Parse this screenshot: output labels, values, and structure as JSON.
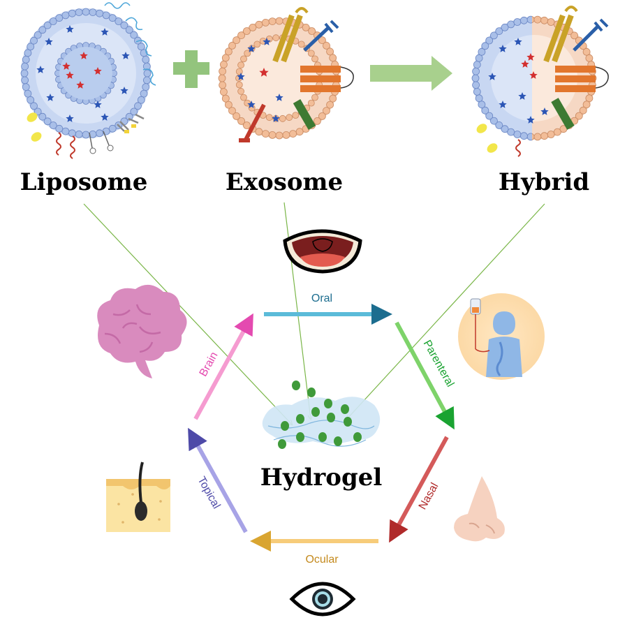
{
  "titles": {
    "liposome": "Liposome",
    "exosome": "Exosome",
    "hybrid": "Hybrid",
    "hydrogel": "Hydrogel"
  },
  "routes": {
    "oral": "Oral",
    "parenteral": "Parenteral",
    "nasal": "Nasal",
    "ocular": "Ocular",
    "topical": "Topical",
    "brain": "Brain"
  },
  "icons": {
    "liposome": "liposome-icon",
    "exosome": "exosome-icon",
    "hybrid": "hybrid-vesicle-icon",
    "plus": "plus-icon",
    "arrow": "right-arrow-icon",
    "mouth": "mouth-icon",
    "body": "iv-drip-body-icon",
    "nose": "nose-icon",
    "eye": "eye-icon",
    "skin": "skin-hair-icon",
    "brain": "brain-icon",
    "hydrogel": "hydrogel-icon"
  },
  "colors": {
    "oral": "#5bbbd9",
    "parenteral": "#7ed36a",
    "nasal": "#d45a5a",
    "ocular": "#f7cc7a",
    "topical": "#a7a3e6",
    "brain": "#f59bd0",
    "liposome_lipid": "#8ea9df",
    "exosome_lipid": "#efb48e",
    "star_blue": "#2b55b5",
    "star_red": "#d32f2f",
    "connector": "#7ab648"
  }
}
